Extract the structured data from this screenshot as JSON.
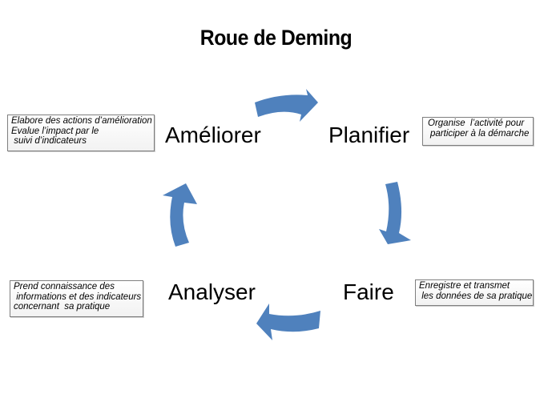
{
  "title": "Roue de Deming",
  "colors": {
    "arrow": "#4f81bd",
    "note_border": "#7f7f7f"
  },
  "steps": {
    "ameliorer": {
      "label": "Améliorer",
      "note_lines": [
        "Elabore des actions d’amélioration",
        "Evalue l’impact par le",
        " suivi d’indicateurs"
      ]
    },
    "planifier": {
      "label": "Planifier",
      "note_lines": [
        "Organise  l’activité pour",
        "participer à la démarche"
      ]
    },
    "faire": {
      "label": "Faire",
      "note_lines": [
        "Enregistre et transmet",
        " les données de sa pratique"
      ]
    },
    "analyser": {
      "label": "Analyser",
      "note_lines": [
        "Prend connaissance des",
        " informations et des indicateurs",
        "concernant  sa pratique"
      ]
    }
  }
}
